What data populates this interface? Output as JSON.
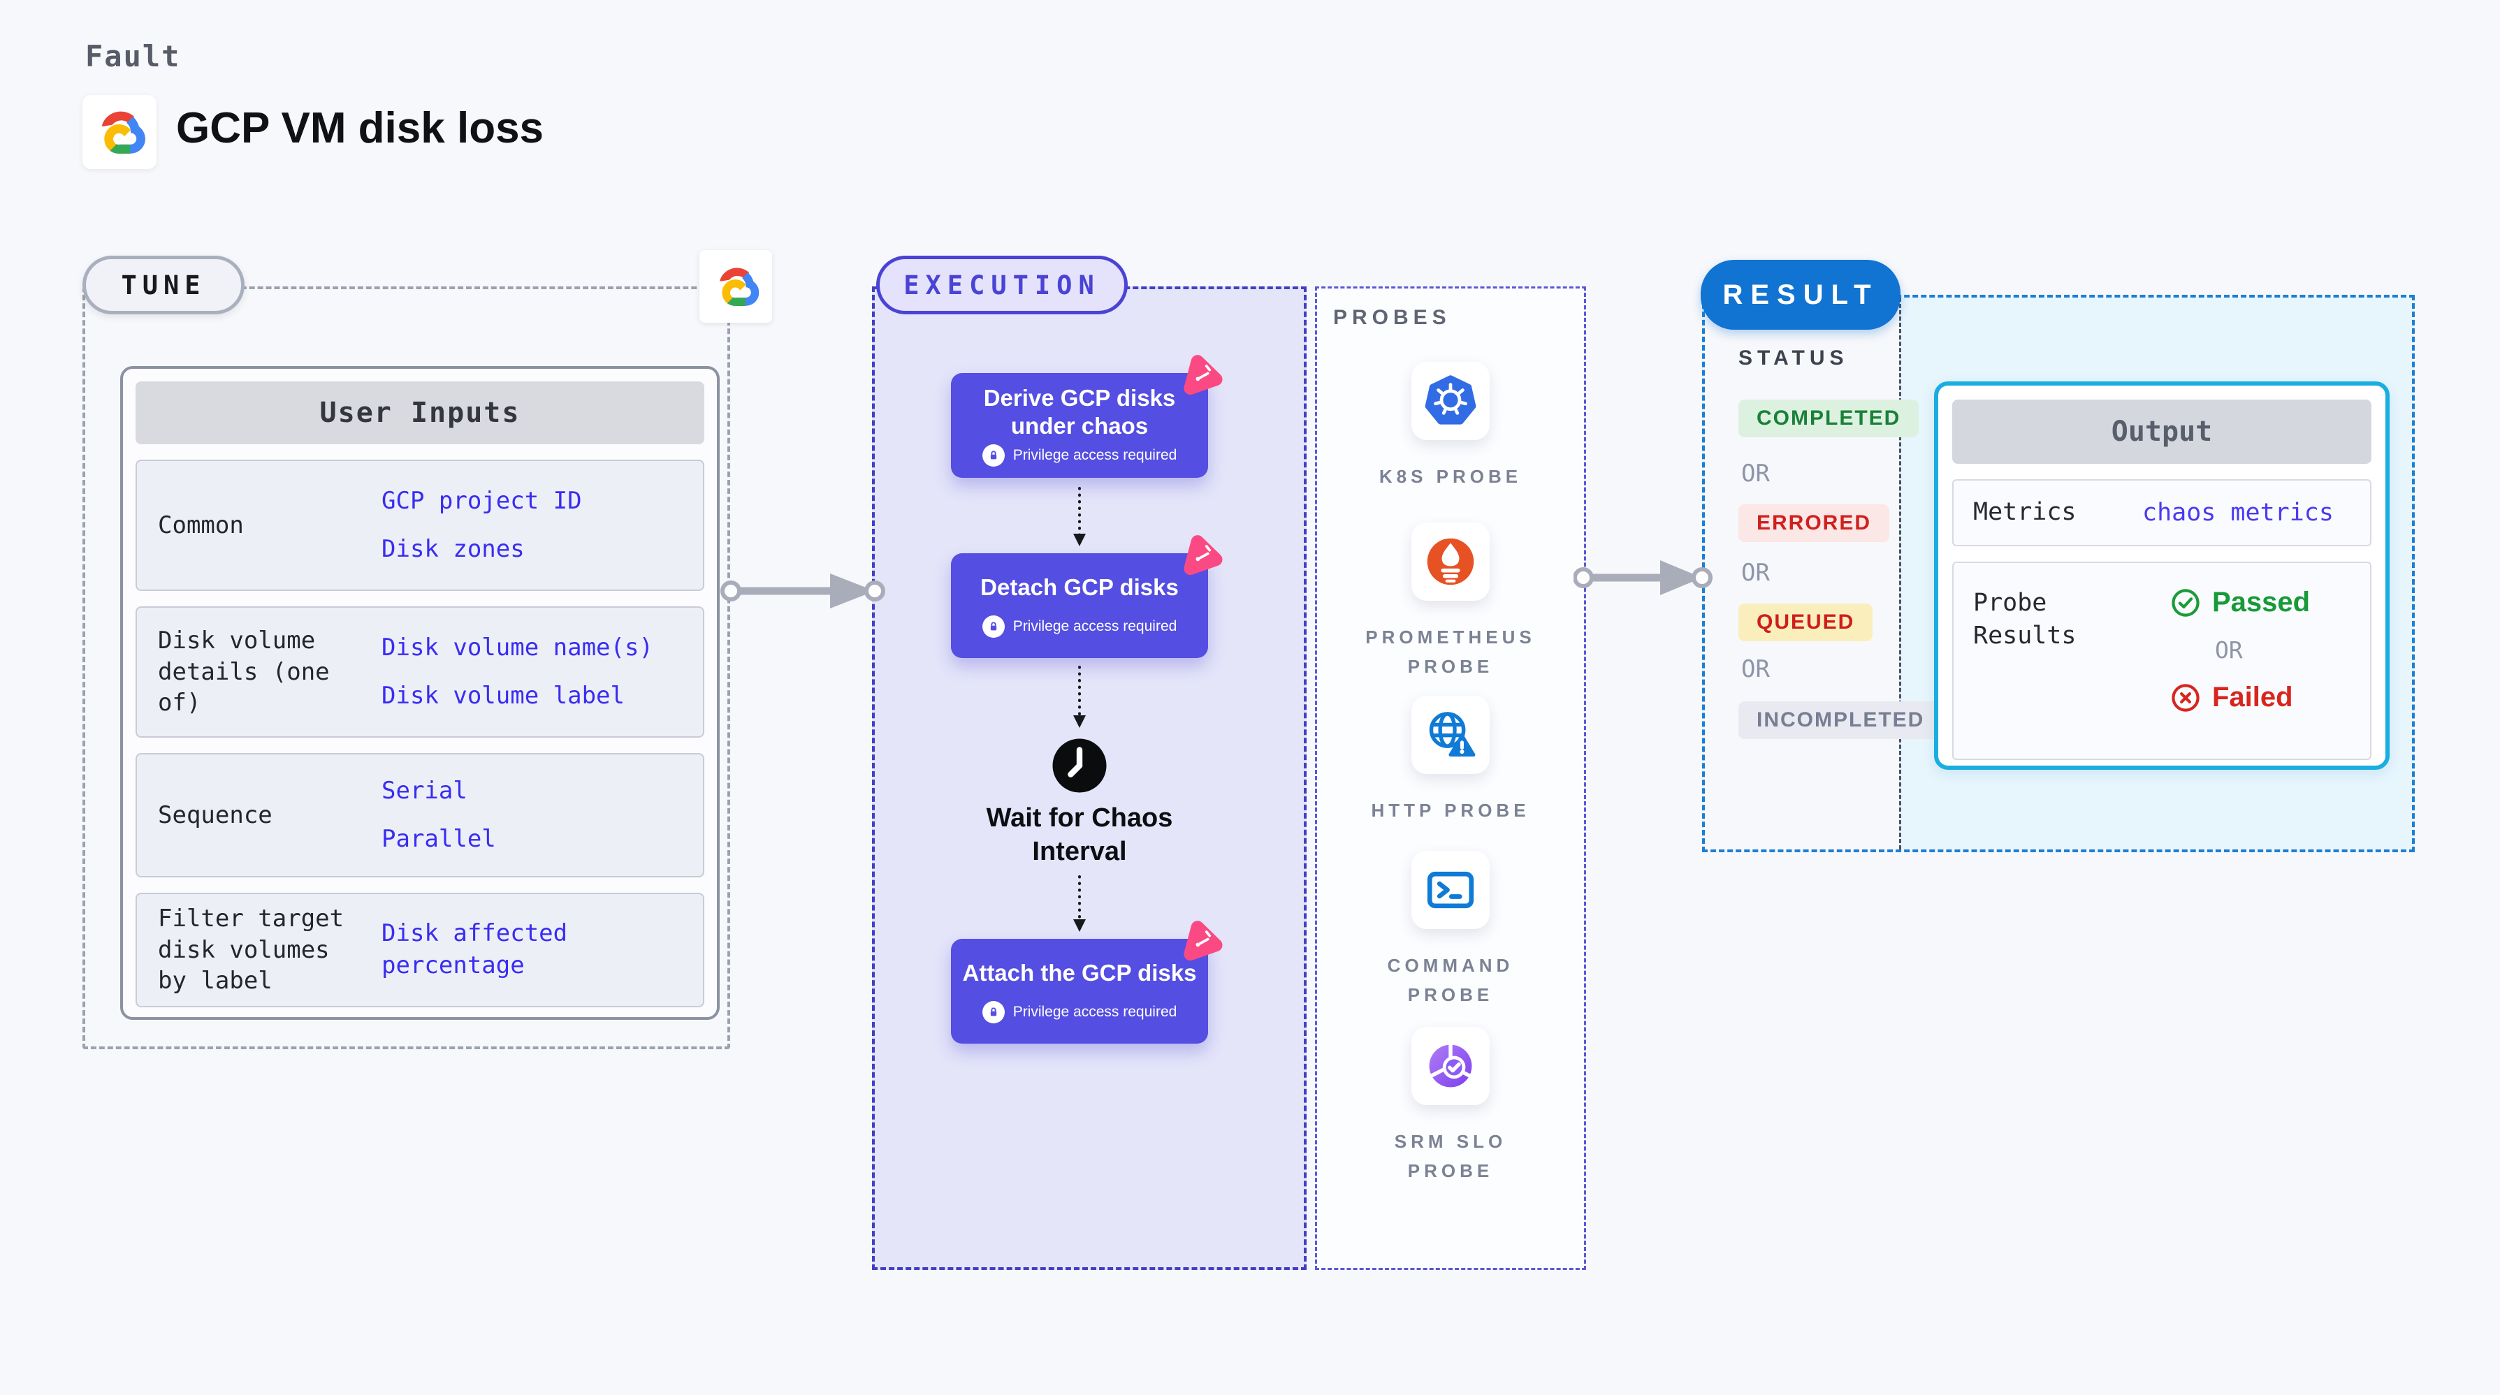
{
  "header": {
    "eyebrow": "Fault",
    "title": "GCP VM disk loss",
    "logo": "gcp-cloud-logo"
  },
  "tune": {
    "badge": "TUNE",
    "user_inputs": {
      "title": "User Inputs",
      "rows": [
        {
          "label": "Common",
          "values": [
            "GCP project ID",
            "Disk zones"
          ]
        },
        {
          "label": "Disk volume details (one of)",
          "values": [
            "Disk volume name(s)",
            "Disk volume label"
          ]
        },
        {
          "label": "Sequence",
          "values": [
            "Serial",
            "Parallel"
          ]
        },
        {
          "label": "Filter target disk volumes by label",
          "values": [
            "Disk affected percentage"
          ]
        }
      ]
    }
  },
  "execution": {
    "badge": "EXECUTION",
    "steps": [
      {
        "title": "Derive GCP disks under chaos",
        "note": "Privilege access required"
      },
      {
        "title": "Detach GCP disks",
        "note": "Privilege access required"
      },
      {
        "title": "Attach the GCP disks",
        "note": "Privilege access required"
      }
    ],
    "wait_step": "Wait for Chaos Interval"
  },
  "probes": {
    "title": "PROBES",
    "items": [
      {
        "label": "K8S PROBE",
        "icon": "kubernetes-icon"
      },
      {
        "label": "PROMETHEUS PROBE",
        "icon": "prometheus-icon"
      },
      {
        "label": "HTTP PROBE",
        "icon": "http-globe-warning-icon"
      },
      {
        "label": "COMMAND PROBE",
        "icon": "terminal-icon"
      },
      {
        "label": "SRM SLO PROBE",
        "icon": "slo-pie-check-icon"
      }
    ]
  },
  "result": {
    "badge": "RESULT",
    "status": {
      "title": "STATUS",
      "separator": "OR",
      "items": [
        {
          "label": "COMPLETED",
          "color": "#1a8038",
          "bg": "#dcf1df"
        },
        {
          "label": "ERRORED",
          "color": "#d0201c",
          "bg": "#fbe7e6"
        },
        {
          "label": "QUEUED",
          "color": "#cf1d1a",
          "bg": "#fbeebd"
        },
        {
          "label": "INCOMPLETED",
          "color": "#777e93",
          "bg": "#e9eaf1"
        }
      ]
    },
    "output": {
      "title": "Output",
      "metrics_label": "Metrics",
      "metrics_value": "chaos metrics",
      "probe_results_label": "Probe Results",
      "passed": "Passed",
      "separator": "OR",
      "failed": "Failed"
    }
  },
  "colors": {
    "page_bg": "#f7f8fb",
    "node_indigo": "#544ee2",
    "execution_bg": "#e4e5f9",
    "execution_border": "#423fc6",
    "link_blue": "#392df2",
    "result_blue": "#1173d2",
    "output_border_cyan": "#19ade0",
    "output_bg_cyan": "#e7f5fd",
    "chaos_pink": "#fb4a83",
    "passed_green": "#179a38",
    "failed_red": "#d7261d",
    "arrow_gray": "#a9adba"
  }
}
